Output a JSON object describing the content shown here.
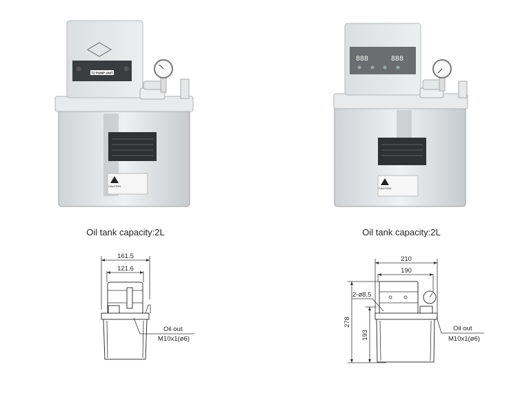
{
  "products": [
    {
      "caption": "Oil tank capacity:2L",
      "panel_label": "TZ PUMP UNIT",
      "caution_label": "CAUTION",
      "drawing": {
        "outer_width": "161.5",
        "inner_width": "121.6",
        "outlet_label": "Oil out",
        "outlet_spec": "M10x1(ø6)"
      }
    },
    {
      "caption": "Oil tank capacity:2L",
      "display_left": "888",
      "display_right": "888",
      "caution_label": "CAUTION",
      "drawing": {
        "outer_width": "210",
        "inner_width": "190",
        "total_height": "278",
        "tank_height": "193",
        "hole_spec": "2-ø8.5",
        "outlet_label": "Oil out",
        "outlet_spec": "M10x1(ø6)"
      }
    }
  ],
  "colors": {
    "body": "#e6e8e9",
    "tank": "#dfe3e6",
    "panel": "#3a3d40"
  }
}
